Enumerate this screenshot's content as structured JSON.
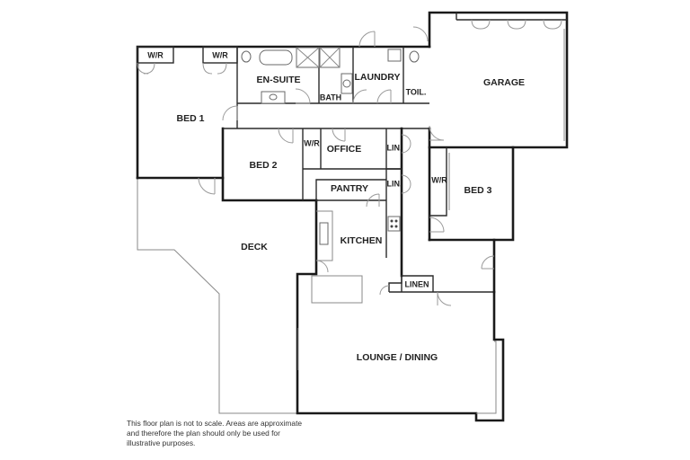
{
  "floorplan": {
    "rooms": {
      "wr_bed1_left": "W/R",
      "wr_bed1_right": "W/R",
      "bed1": "BED 1",
      "ensuite": "EN-SUITE",
      "bath": "BATH",
      "laundry": "LAUNDRY",
      "toilet": "TOIL.",
      "garage": "GARAGE",
      "wr_bed2": "W/R",
      "office": "OFFICE",
      "lin1": "LIN.",
      "lin2": "LIN.",
      "bed2": "BED 2",
      "pantry": "PANTRY",
      "wr_bed3": "W/R",
      "bed3": "BED 3",
      "kitchen": "KITCHEN",
      "deck": "DECK",
      "linen": "LINEN",
      "lounge_dining": "LOUNGE / DINING"
    },
    "disclaimer": "This floor plan is not to scale. Areas are approximate and therefore the plan should only be used for illustrative purposes."
  }
}
